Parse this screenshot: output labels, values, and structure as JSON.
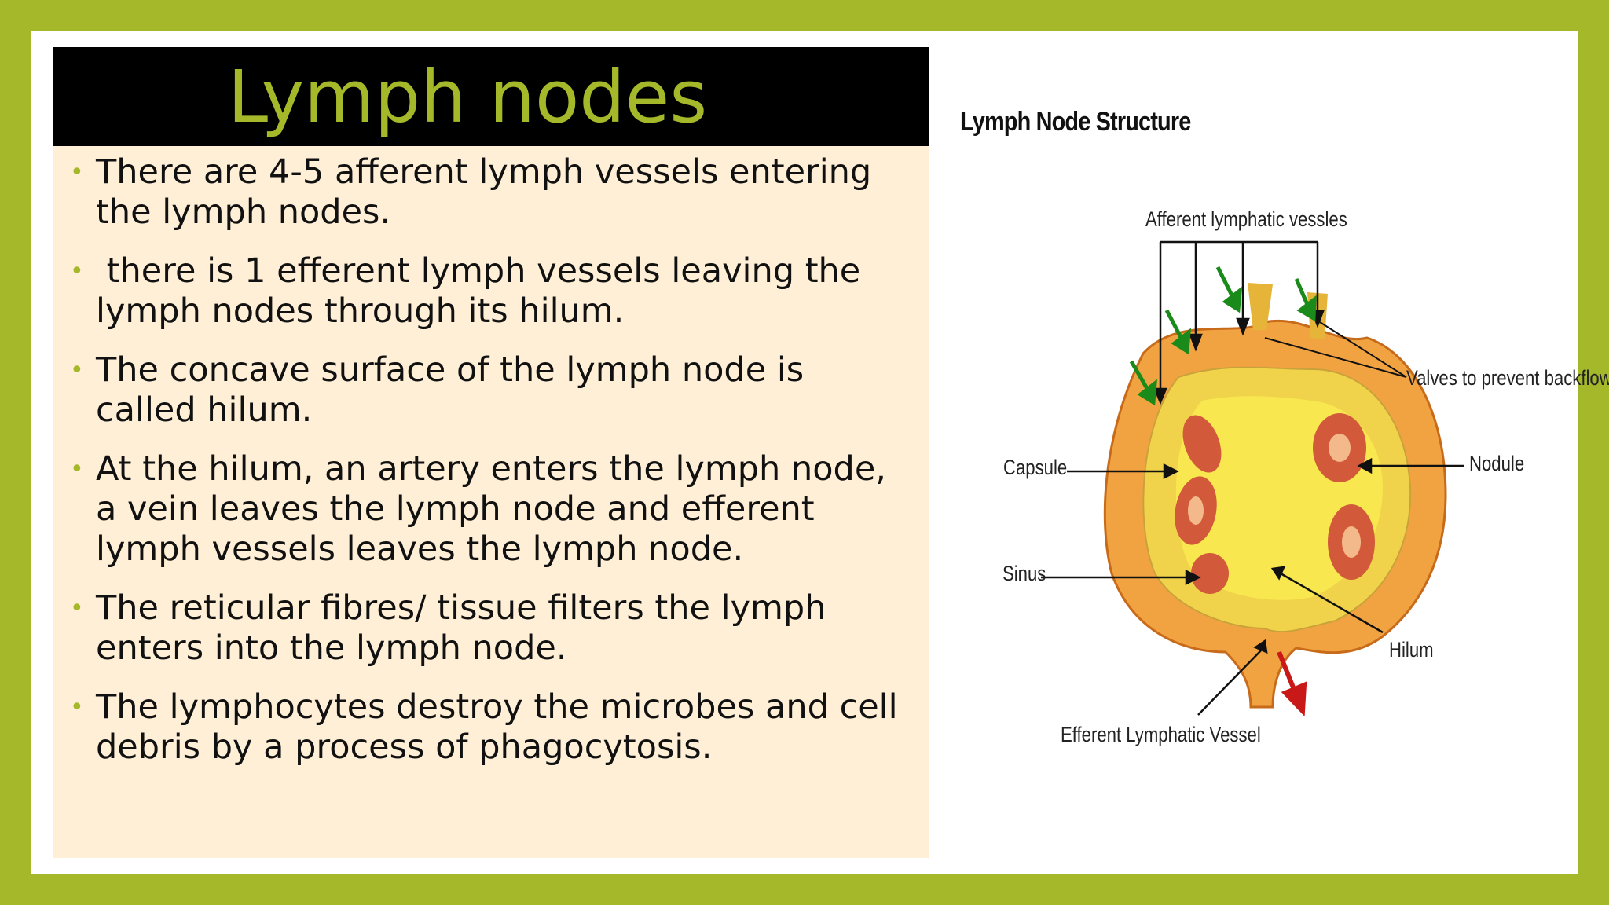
{
  "slide": {
    "title": "Lymph nodes",
    "bullets": [
      "There are 4-5 afferent lymph vessels entering the lymph nodes.",
      " there is 1 efferent lymph vessels leaving the lymph nodes through its hilum.",
      "The concave surface of the lymph node is called hilum.",
      "At the hilum, an artery enters the lymph node, a vein leaves the lymph node and efferent lymph vessels leaves the lymph node.",
      "The reticular fibres/ tissue filters the lymph enters into the lymph node.",
      "The lymphocytes destroy the microbes and cell debris by a process of phagocytosis."
    ]
  },
  "figure": {
    "title": "Lymph Node Structure",
    "labels": {
      "afferent": "Afferent lymphatic vessles",
      "valves": "Valves to prevent backflow",
      "capsule": "Capsule",
      "nodule": "Nodule",
      "sinus": "Sinus",
      "hilum": "Hilum",
      "efferent": "Efferent Lymphatic Vessel"
    }
  },
  "colors": {
    "accent": "#a5b82a",
    "panel": "#feefd6",
    "title_bar": "#000000"
  }
}
